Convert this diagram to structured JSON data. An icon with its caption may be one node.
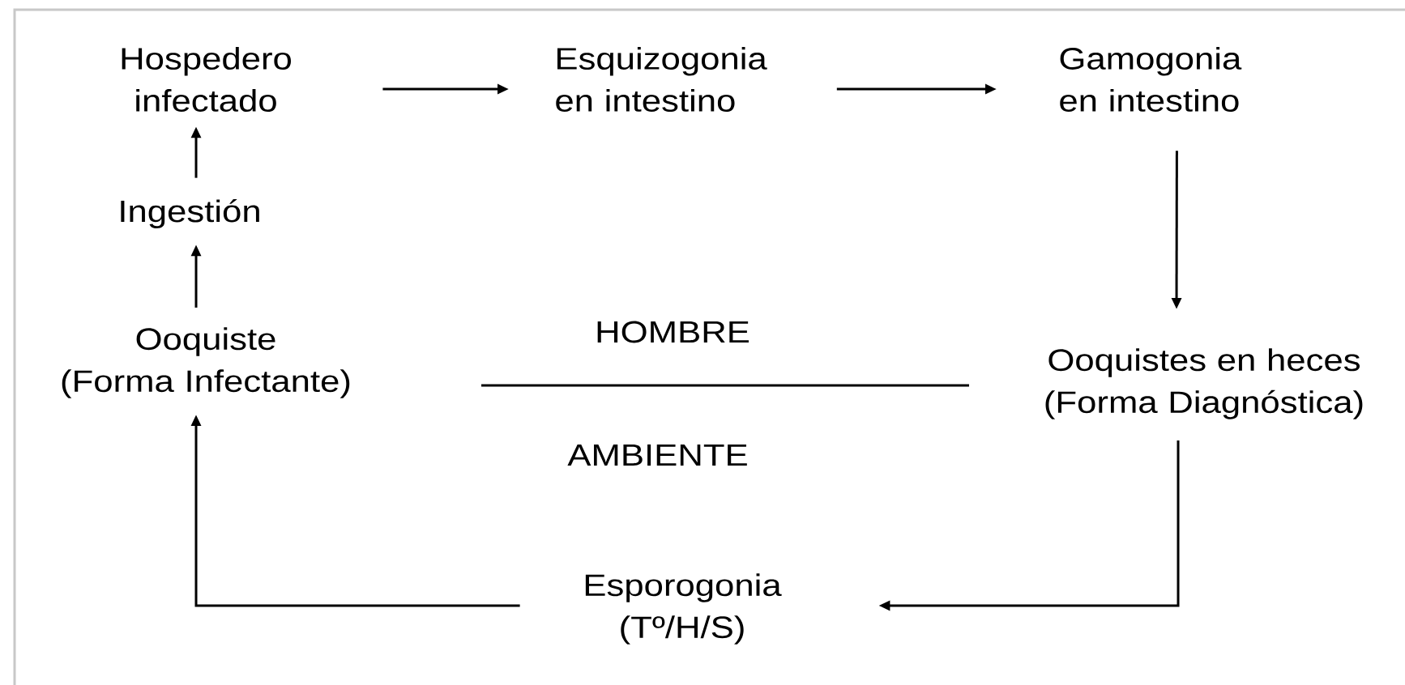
{
  "diagram": {
    "nodes": [
      {
        "text": [
          "Hospedero infectado"
        ]
      },
      {
        "text": [
          "Esquizogonia en intestino"
        ]
      },
      {
        "text": [
          "Gamogonia en intestino"
        ]
      },
      {
        "text": [
          "Ingestión"
        ]
      },
      {
        "text": [
          "Ooquiste",
          "(Forma Infectante)"
        ]
      },
      {
        "text": [
          "Ooquistes en heces",
          "(Forma Diagnóstica)"
        ]
      },
      {
        "text": [
          "Esporogonia",
          "(Tº/H/S)"
        ]
      }
    ],
    "edges": [
      {
        "from": 0,
        "to": 1,
        "arrow": "to"
      },
      {
        "from": 1,
        "to": 2,
        "arrow": "to"
      },
      {
        "from": 2,
        "to": 5,
        "arrow": "to"
      },
      {
        "from": 5,
        "to": 6,
        "arrow": "to"
      },
      {
        "from": 6,
        "to": 4,
        "arrow": "to"
      },
      {
        "from": 4,
        "to": 3,
        "arrow": "to"
      },
      {
        "from": 3,
        "to": 0,
        "arrow": "to"
      }
    ],
    "labels": [
      "HOMBRE",
      "AMBIENTE"
    ]
  }
}
